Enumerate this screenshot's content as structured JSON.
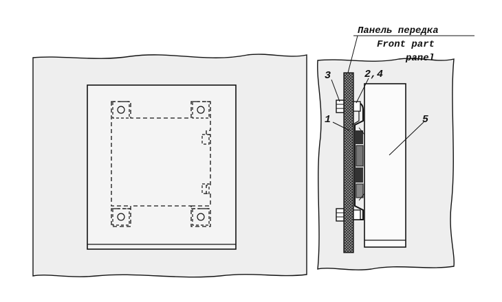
{
  "caption": {
    "line_ru": "Панель передка",
    "line_en_1": "Front part",
    "line_en_2": "panel"
  },
  "callouts": {
    "c1": "1",
    "c24": "2,4",
    "c3": "3",
    "c5": "5"
  },
  "colors": {
    "ink": "#111111",
    "sheet": "#eeeeee",
    "panel_hatch": "#555555"
  }
}
